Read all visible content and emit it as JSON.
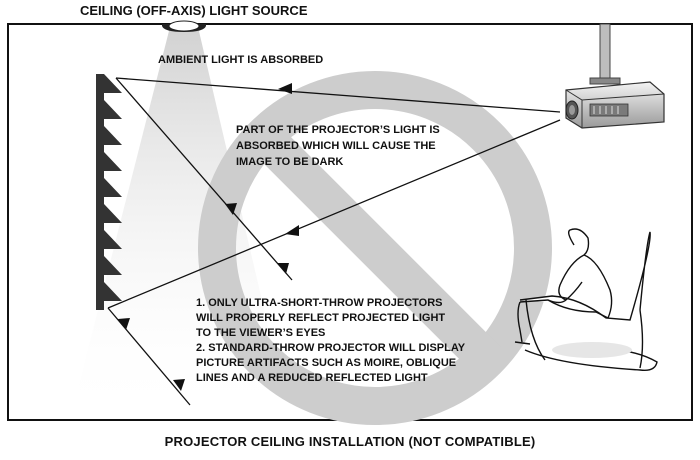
{
  "labels": {
    "ceiling_source": "CEILING (OFF-AXIS) LIGHT SOURCE",
    "ambient": "AMBIENT LIGHT IS ABSORBED",
    "projector_note_lines": [
      "PART OF THE PROJECTOR’S LIGHT IS",
      "ABSORBED WHICH WILL CAUSE THE",
      "IMAGE TO BE DARK"
    ],
    "notes_lines": [
      "1. ONLY ULTRA-SHORT-THROW PROJECTORS",
      "WILL PROPERLY REFLECT PROJECTED LIGHT",
      "TO THE VIEWER’S EYES",
      "2. STANDARD-THROW PROJECTOR WILL DISPLAY",
      "PICTURE ARTIFACTS SUCH AS MOIRE, OBLIQUE",
      "LINES AND A REDUCED REFLECTED LIGHT"
    ],
    "caption": "PROJECTOR CEILING INSTALLATION (NOT COMPATIBLE)"
  },
  "colors": {
    "ray": "#111111",
    "prohibition_sign": "#cdcdcd",
    "light_cone": "#d9d9d9",
    "screen": "#3a3a3a"
  },
  "icons": [
    "ceiling-lamp-icon",
    "projector-icon",
    "seated-viewer-icon",
    "prohibition-icon"
  ]
}
